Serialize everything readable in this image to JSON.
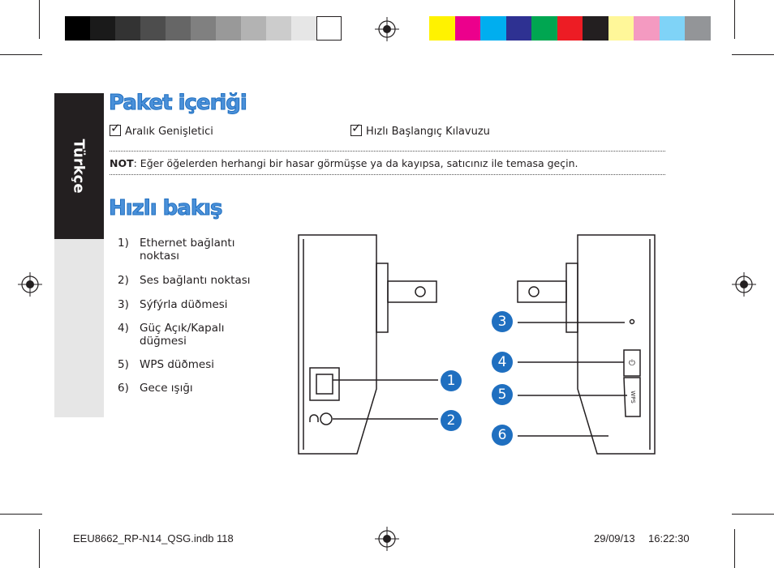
{
  "colors": {
    "gray_bar": [
      "#000000",
      "#1a1a1a",
      "#333333",
      "#4d4d4d",
      "#666666",
      "#808080",
      "#999999",
      "#b3b3b3",
      "#cccccc",
      "#e6e6e6",
      "#ffffff"
    ],
    "color_bar": [
      "#fff200",
      "#ec008c",
      "#00aeef",
      "#2e3192",
      "#00a651",
      "#ed1c24",
      "#231f20",
      "#fff799",
      "#f49ac1",
      "#7fd3f7",
      "#939598"
    ],
    "accent": "#1f6fc0"
  },
  "side_tab": {
    "label": "Türkçe"
  },
  "package": {
    "title": "Paket içeriği",
    "items": [
      "Aralık Genişletici",
      "Hızlı Başlangıç Kılavuzu"
    ],
    "note_label": "NOT",
    "note_text": ":  Eğer öğelerden herhangi bir hasar görmüşse ya da kayıpsa, satıcınız ile temasa geçin."
  },
  "overview": {
    "title": "Hızlı bakış",
    "items": [
      {
        "num": "1)",
        "text": "Ethernet bağlantı noktası"
      },
      {
        "num": "2)",
        "text": "Ses bağlantı noktası"
      },
      {
        "num": "3)",
        "text": "Sýfýrla düðmesi"
      },
      {
        "num": "4)",
        "text": "Güç Açık/Kapalı düğmesi"
      },
      {
        "num": "5)",
        "text": "WPS düðmesi"
      },
      {
        "num": "6)",
        "text": "Gece ışığı"
      }
    ],
    "callouts": [
      "1",
      "2",
      "3",
      "4",
      "5",
      "6"
    ],
    "device_labels": {
      "wps": "WPS",
      "power": "⏻"
    }
  },
  "footer": {
    "file": "EEU8662_RP-N14_QSG.indb   118",
    "date": "29/09/13",
    "time": "16:22:30"
  }
}
